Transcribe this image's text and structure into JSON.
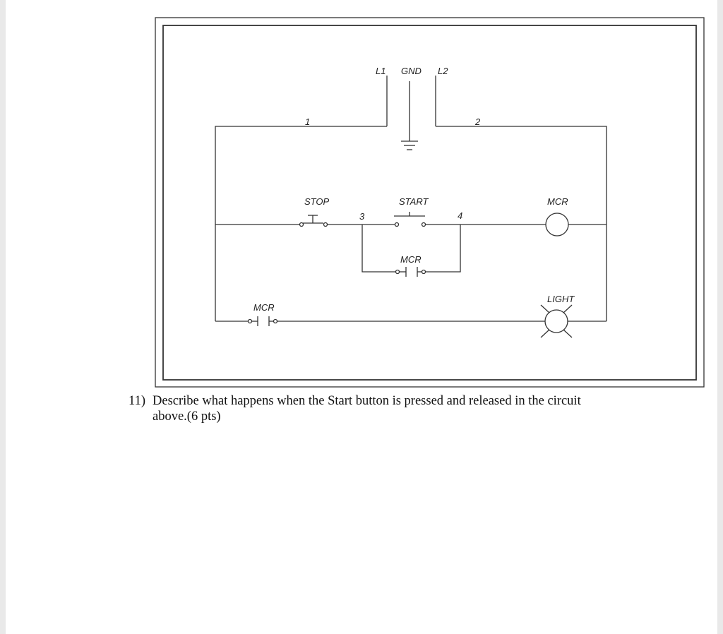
{
  "diagram": {
    "supply": {
      "l1": "L1",
      "gnd": "GND",
      "l2": "L2"
    },
    "wires": {
      "w1": "1",
      "w2": "2",
      "w3": "3",
      "w4": "4"
    },
    "rung1": {
      "stop": "STOP",
      "start": "START",
      "coil": "MCR"
    },
    "seal_in": {
      "contact": "MCR"
    },
    "rung2": {
      "contact": "MCR",
      "light": "LIGHT"
    }
  },
  "question": {
    "number": "11)",
    "line1": "Describe what happens when the Start button is pressed and released in the circuit",
    "line2": "above.(6 pts)"
  }
}
